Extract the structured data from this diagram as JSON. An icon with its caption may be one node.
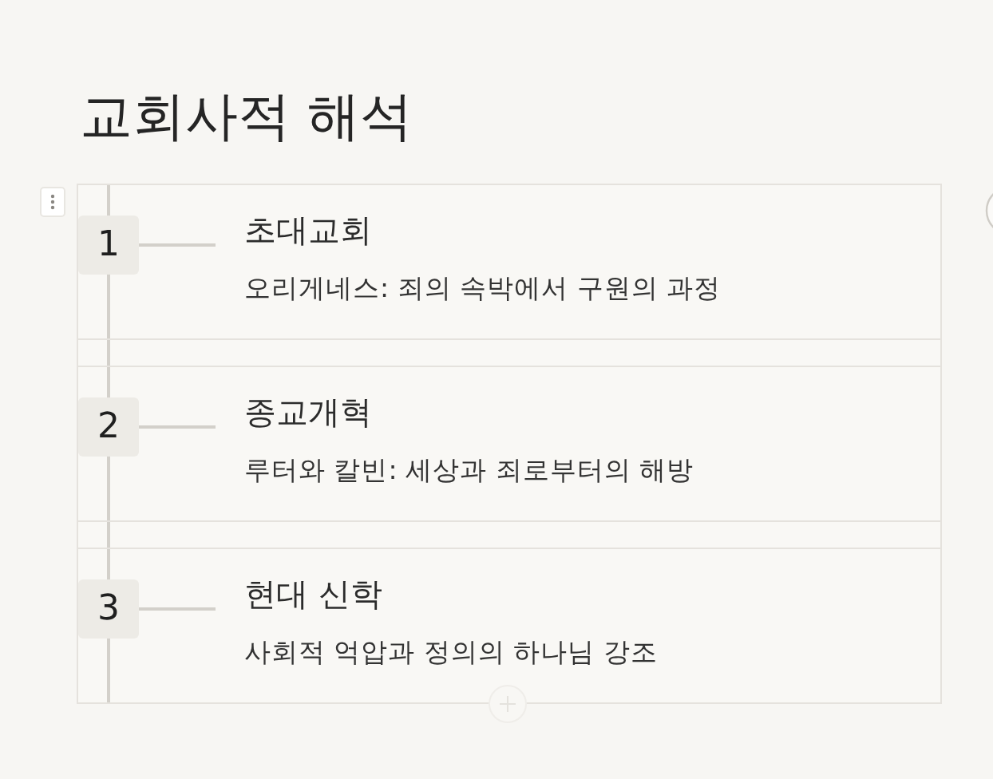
{
  "diagram": {
    "title": "교회사적 해석",
    "nodes": [
      {
        "text": [],
        "shape": "box"
      },
      {
        "text": [
          "1"
        ],
        "in": 0
      },
      {
        "text": [
          "초대교회",
          "오리게네스: 죄의 속박에서 구원의 과정"
        ],
        "in": 0
      },
      {
        "text": [],
        "shape": "box"
      },
      {
        "text": [
          "2"
        ],
        "in": 3
      },
      {
        "text": [
          "종교개혁",
          "루터와 칼빈: 세상과 죄로부터의 해방"
        ],
        "in": 3
      },
      {
        "text": [],
        "shape": "box"
      },
      {
        "text": [
          "3"
        ],
        "in": 6
      },
      {
        "text": [
          "현대 신학",
          "사회적 억압과 정의의 하나님 강조"
        ],
        "in": 6
      }
    ],
    "edges": [
      {
        "from": 1,
        "to": 2,
        "arrow": "none"
      },
      {
        "from": 4,
        "to": 5,
        "arrow": "none"
      },
      {
        "from": 7,
        "to": 8,
        "arrow": "none"
      },
      {
        "from": 1,
        "to": 4,
        "arrow": "none"
      },
      {
        "from": 4,
        "to": 7,
        "arrow": "none"
      }
    ]
  }
}
